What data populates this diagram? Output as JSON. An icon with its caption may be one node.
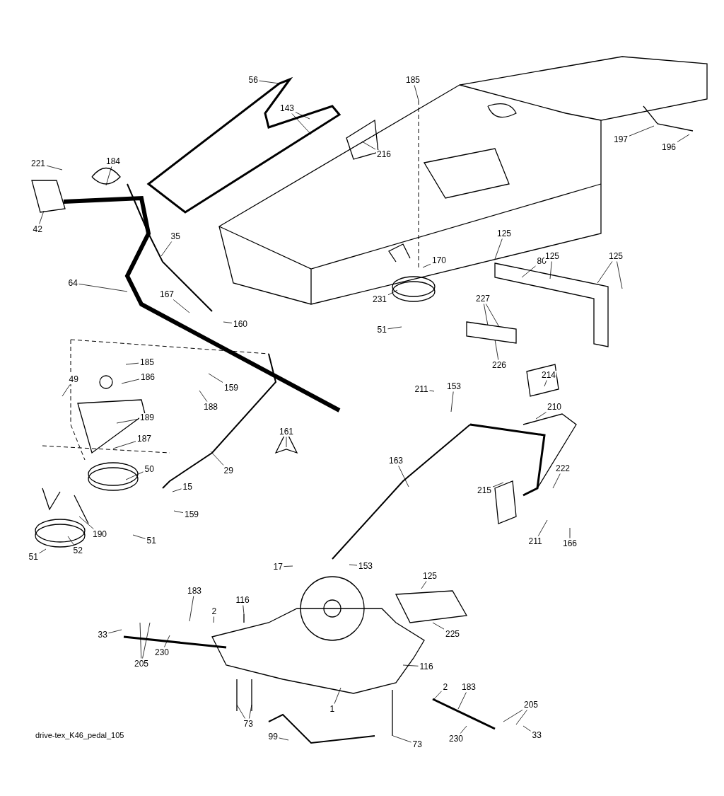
{
  "diagram": {
    "nodes": [
      {
        "text": [
          "56"
        ]
      },
      {
        "text": [
          "185"
        ]
      },
      {
        "text": [
          "143"
        ]
      },
      {
        "text": [
          "216"
        ]
      },
      {
        "text": [
          "197"
        ]
      },
      {
        "text": [
          "196"
        ]
      },
      {
        "text": [
          "221"
        ]
      },
      {
        "text": [
          "184"
        ]
      },
      {
        "text": [
          "42"
        ]
      },
      {
        "text": [
          "35"
        ]
      },
      {
        "text": [
          "64"
        ]
      },
      {
        "text": [
          "167"
        ]
      },
      {
        "text": [
          "160"
        ]
      },
      {
        "text": [
          "170"
        ]
      },
      {
        "text": [
          "231"
        ]
      },
      {
        "text": [
          "51"
        ]
      },
      {
        "text": [
          "125"
        ]
      },
      {
        "text": [
          "80"
        ]
      },
      {
        "text": [
          "125"
        ]
      },
      {
        "text": [
          "125"
        ]
      },
      {
        "text": [
          "227"
        ]
      },
      {
        "text": [
          "226"
        ]
      },
      {
        "text": [
          "185"
        ]
      },
      {
        "text": [
          "49"
        ]
      },
      {
        "text": [
          "186"
        ]
      },
      {
        "text": [
          "189"
        ]
      },
      {
        "text": [
          "187"
        ]
      },
      {
        "text": [
          "159"
        ]
      },
      {
        "text": [
          "188"
        ]
      },
      {
        "text": [
          "161"
        ]
      },
      {
        "text": [
          "29"
        ]
      },
      {
        "text": [
          "50"
        ]
      },
      {
        "text": [
          "15"
        ]
      },
      {
        "text": [
          "159"
        ]
      },
      {
        "text": [
          "190"
        ]
      },
      {
        "text": [
          "51"
        ]
      },
      {
        "text": [
          "51"
        ]
      },
      {
        "text": [
          "52"
        ]
      },
      {
        "text": [
          "211"
        ]
      },
      {
        "text": [
          "153"
        ]
      },
      {
        "text": [
          "214"
        ]
      },
      {
        "text": [
          "210"
        ]
      },
      {
        "text": [
          "163"
        ]
      },
      {
        "text": [
          "222"
        ]
      },
      {
        "text": [
          "215"
        ]
      },
      {
        "text": [
          "211"
        ]
      },
      {
        "text": [
          "166"
        ]
      },
      {
        "text": [
          "17"
        ]
      },
      {
        "text": [
          "153"
        ]
      },
      {
        "text": [
          "125"
        ]
      },
      {
        "text": [
          "116"
        ]
      },
      {
        "text": [
          "183"
        ]
      },
      {
        "text": [
          "2"
        ]
      },
      {
        "text": [
          "33"
        ]
      },
      {
        "text": [
          "205"
        ]
      },
      {
        "text": [
          "230"
        ]
      },
      {
        "text": [
          "225"
        ]
      },
      {
        "text": [
          "116"
        ]
      },
      {
        "text": [
          "2"
        ]
      },
      {
        "text": [
          "183"
        ]
      },
      {
        "text": [
          "205"
        ]
      },
      {
        "text": [
          "1"
        ]
      },
      {
        "text": [
          "73"
        ]
      },
      {
        "text": [
          "33"
        ]
      },
      {
        "text": [
          "230"
        ]
      },
      {
        "text": [
          "99"
        ]
      },
      {
        "text": [
          "73"
        ]
      }
    ],
    "edges": [
      {
        "from": 0,
        "to": null,
        "arrow": "none"
      },
      {
        "from": 1,
        "to": null,
        "arrow": "none"
      },
      {
        "from": 2,
        "to": null,
        "arrow": "none"
      },
      {
        "from": 2,
        "to": null,
        "arrow": "none"
      },
      {
        "from": 3,
        "to": null,
        "arrow": "none"
      },
      {
        "from": 4,
        "to": null,
        "arrow": "none"
      },
      {
        "from": 5,
        "to": null,
        "arrow": "none"
      },
      {
        "from": 6,
        "to": null,
        "arrow": "none"
      },
      {
        "from": 7,
        "to": null,
        "arrow": "none"
      },
      {
        "from": 8,
        "to": null,
        "arrow": "none"
      },
      {
        "from": 9,
        "to": null,
        "arrow": "none"
      },
      {
        "from": 10,
        "to": null,
        "arrow": "none"
      },
      {
        "from": 11,
        "to": null,
        "arrow": "none"
      },
      {
        "from": 12,
        "to": null,
        "arrow": "none"
      },
      {
        "from": 13,
        "to": null,
        "arrow": "none"
      },
      {
        "from": 14,
        "to": null,
        "arrow": "none"
      },
      {
        "from": 15,
        "to": null,
        "arrow": "none"
      },
      {
        "from": 16,
        "to": null,
        "arrow": "none"
      },
      {
        "from": 17,
        "to": null,
        "arrow": "none"
      },
      {
        "from": 18,
        "to": null,
        "arrow": "none"
      },
      {
        "from": 19,
        "to": null,
        "arrow": "none"
      },
      {
        "from": 19,
        "to": null,
        "arrow": "none"
      },
      {
        "from": 20,
        "to": null,
        "arrow": "none"
      },
      {
        "from": 20,
        "to": null,
        "arrow": "none"
      },
      {
        "from": 21,
        "to": null,
        "arrow": "none"
      },
      {
        "from": 22,
        "to": null,
        "arrow": "none"
      },
      {
        "from": 23,
        "to": null,
        "arrow": "none"
      },
      {
        "from": 24,
        "to": null,
        "arrow": "none"
      },
      {
        "from": 25,
        "to": null,
        "arrow": "none"
      },
      {
        "from": 26,
        "to": null,
        "arrow": "none"
      },
      {
        "from": 27,
        "to": null,
        "arrow": "none"
      },
      {
        "from": 28,
        "to": null,
        "arrow": "none"
      },
      {
        "from": 29,
        "to": null,
        "arrow": "none"
      },
      {
        "from": 30,
        "to": null,
        "arrow": "none"
      },
      {
        "from": 31,
        "to": null,
        "arrow": "none"
      },
      {
        "from": 32,
        "to": null,
        "arrow": "none"
      },
      {
        "from": 33,
        "to": null,
        "arrow": "none"
      },
      {
        "from": 34,
        "to": null,
        "arrow": "none"
      },
      {
        "from": 35,
        "to": null,
        "arrow": "none"
      },
      {
        "from": 36,
        "to": null,
        "arrow": "none"
      },
      {
        "from": 37,
        "to": null,
        "arrow": "none"
      },
      {
        "from": 38,
        "to": null,
        "arrow": "none"
      },
      {
        "from": 39,
        "to": null,
        "arrow": "none"
      },
      {
        "from": 40,
        "to": null,
        "arrow": "none"
      },
      {
        "from": 41,
        "to": null,
        "arrow": "none"
      },
      {
        "from": 42,
        "to": null,
        "arrow": "none"
      },
      {
        "from": 43,
        "to": null,
        "arrow": "none"
      },
      {
        "from": 44,
        "to": null,
        "arrow": "none"
      },
      {
        "from": 45,
        "to": null,
        "arrow": "none"
      },
      {
        "from": 46,
        "to": null,
        "arrow": "none"
      },
      {
        "from": 47,
        "to": null,
        "arrow": "none"
      },
      {
        "from": 48,
        "to": null,
        "arrow": "none"
      },
      {
        "from": 49,
        "to": null,
        "arrow": "none"
      },
      {
        "from": 50,
        "to": null,
        "arrow": "none"
      },
      {
        "from": 51,
        "to": null,
        "arrow": "none"
      },
      {
        "from": 52,
        "to": null,
        "arrow": "none"
      },
      {
        "from": 53,
        "to": null,
        "arrow": "none"
      },
      {
        "from": 54,
        "to": null,
        "arrow": "none"
      },
      {
        "from": 54,
        "to": null,
        "arrow": "none"
      },
      {
        "from": 55,
        "to": null,
        "arrow": "none"
      },
      {
        "from": 56,
        "to": null,
        "arrow": "none"
      },
      {
        "from": 57,
        "to": null,
        "arrow": "none"
      },
      {
        "from": 58,
        "to": null,
        "arrow": "none"
      },
      {
        "from": 59,
        "to": null,
        "arrow": "none"
      },
      {
        "from": 60,
        "to": null,
        "arrow": "none"
      },
      {
        "from": 60,
        "to": null,
        "arrow": "none"
      },
      {
        "from": 61,
        "to": null,
        "arrow": "none"
      },
      {
        "from": 62,
        "to": null,
        "arrow": "none"
      },
      {
        "from": 62,
        "to": null,
        "arrow": "none"
      },
      {
        "from": 63,
        "to": null,
        "arrow": "none"
      },
      {
        "from": 64,
        "to": null,
        "arrow": "none"
      },
      {
        "from": 65,
        "to": null,
        "arrow": "none"
      },
      {
        "from": 66,
        "to": null,
        "arrow": "none"
      }
    ],
    "labels": [
      "drive-tex_K46_pedal_105"
    ]
  }
}
